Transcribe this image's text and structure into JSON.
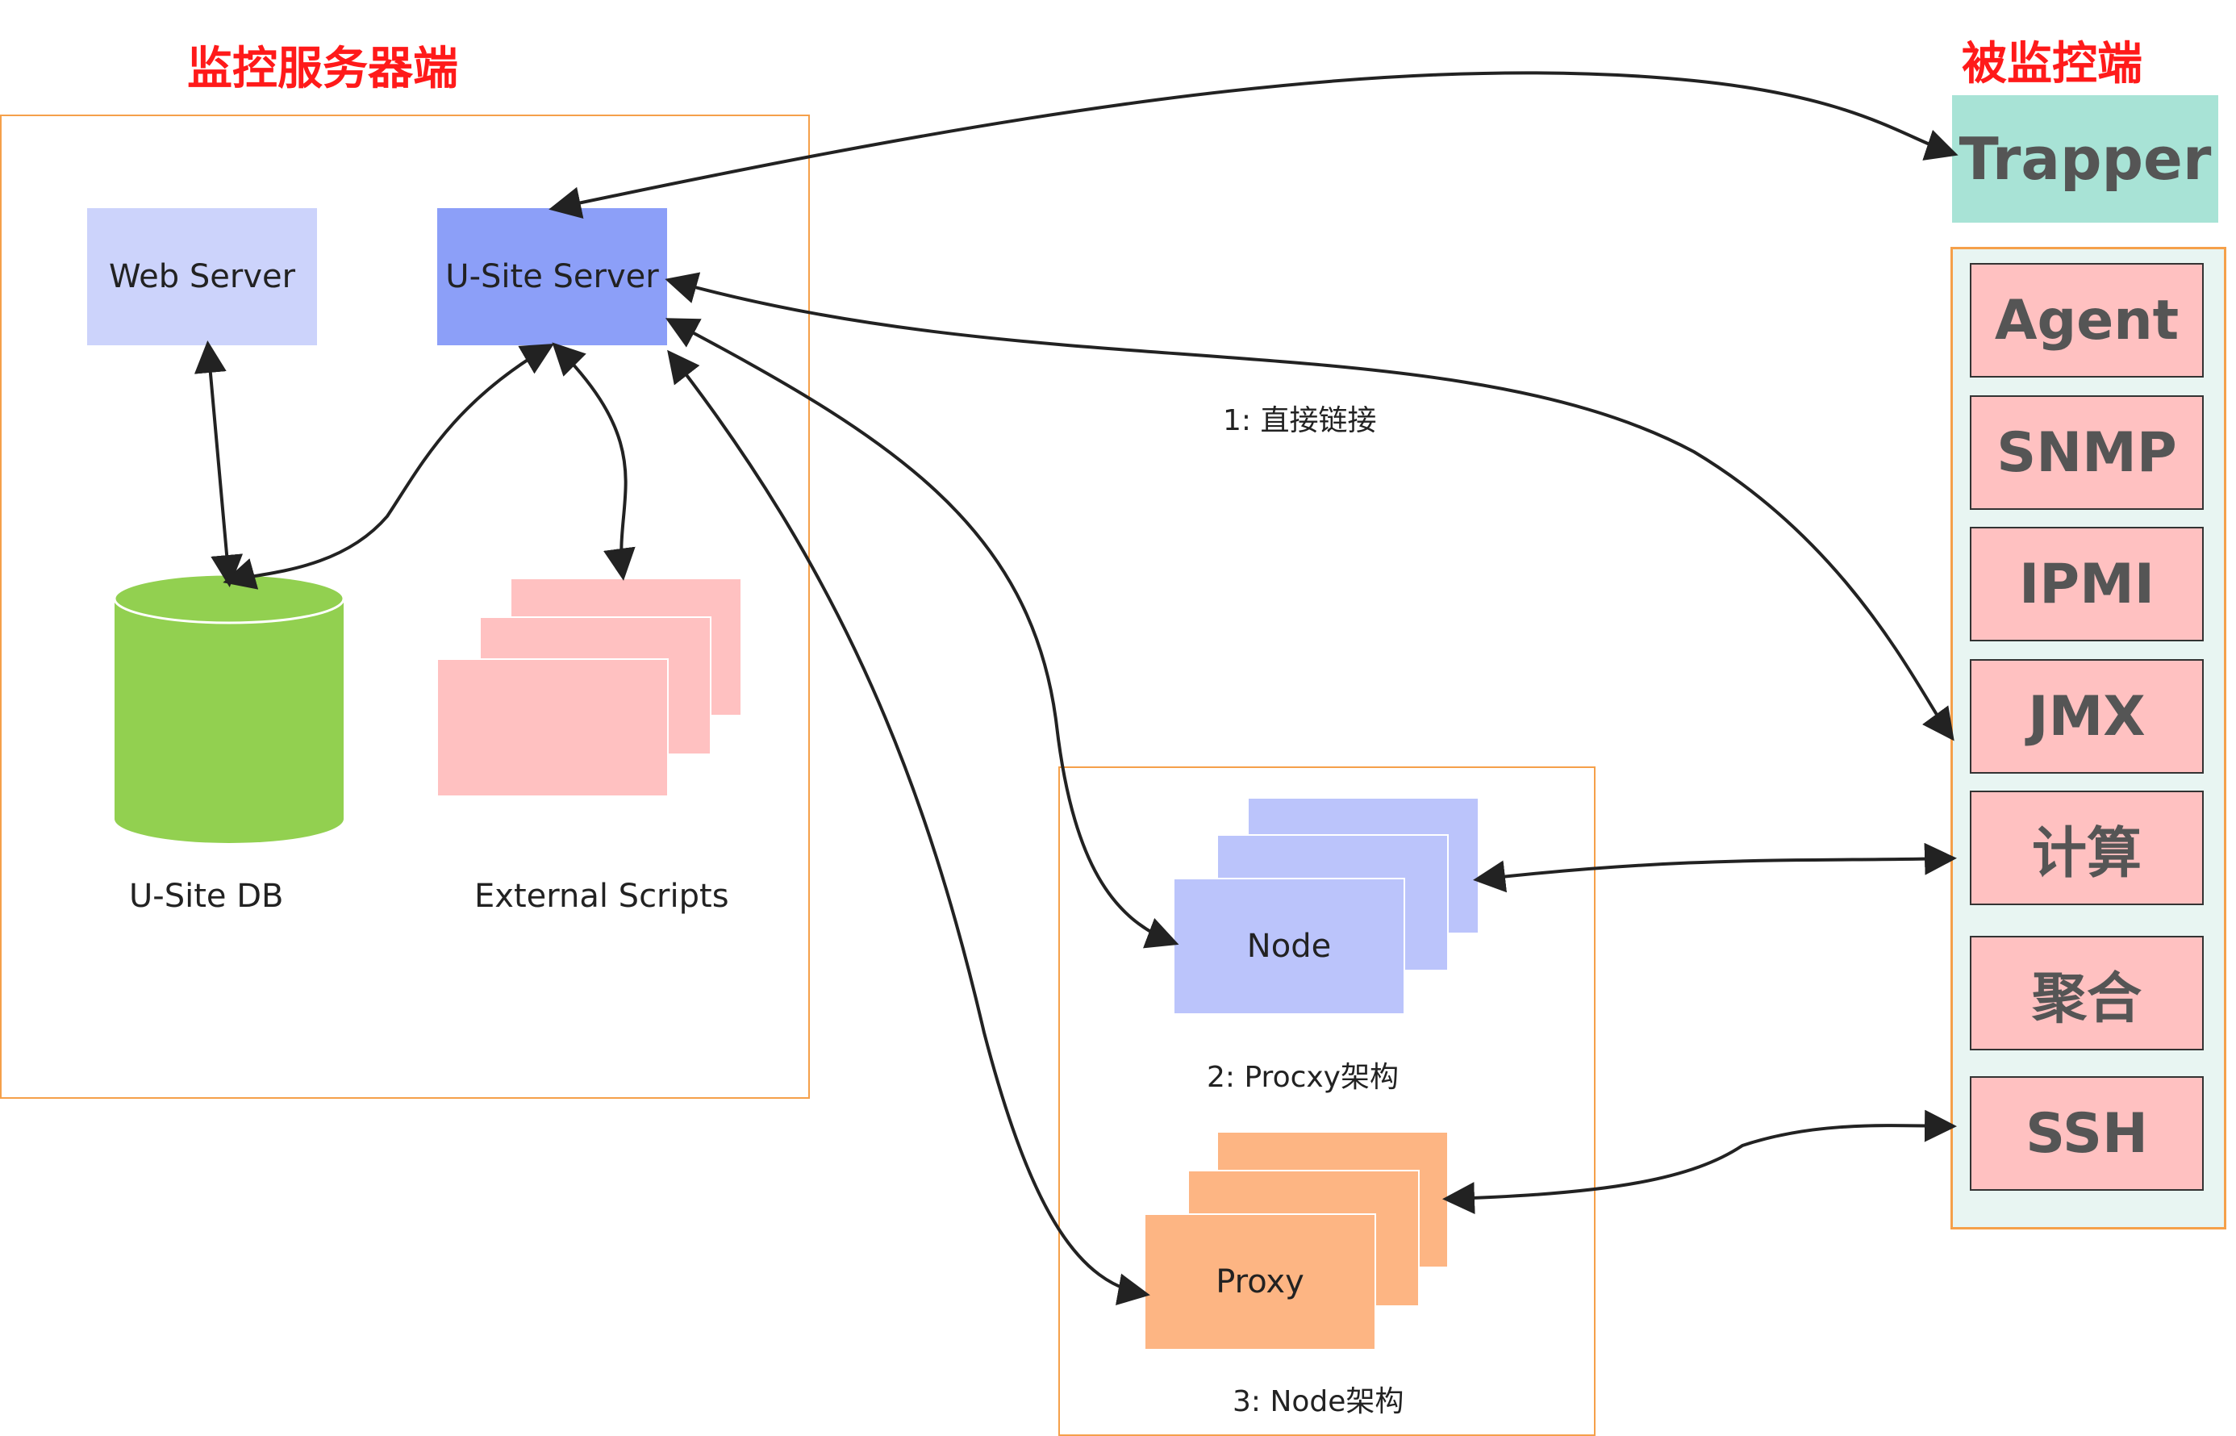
{
  "titles": {
    "server_side": "监控服务器端",
    "monitored_side": "被监控端"
  },
  "server": {
    "web_server": "Web Server",
    "usite_server": "U-Site Server",
    "usite_db": "U-Site DB",
    "external_scripts": "External Scripts"
  },
  "distributed": {
    "node": "Node",
    "proxy": "Proxy",
    "label_proxy_arch": "2: Procxy架构",
    "label_node_arch": "3: Node架构"
  },
  "connections": {
    "direct_link": "1: 直接链接"
  },
  "monitored": {
    "trapper": "Trapper",
    "items": [
      "Agent",
      "SNMP",
      "IPMI",
      "JMX",
      "计算",
      "聚合",
      "SSH"
    ]
  },
  "colors": {
    "title_red": "#ff1a1a",
    "group_border": "#f5a04a",
    "web_server": "#ccd3fb",
    "usite_server": "#8c9ff8",
    "database": "#92d050",
    "scripts": "#ffc1c1",
    "node": "#bbc4fb",
    "proxy": "#fdb583",
    "trapper": "#a8e3d6",
    "monitored_panel": "#e8f5f2",
    "monitored_item": "#ffc1c1"
  }
}
